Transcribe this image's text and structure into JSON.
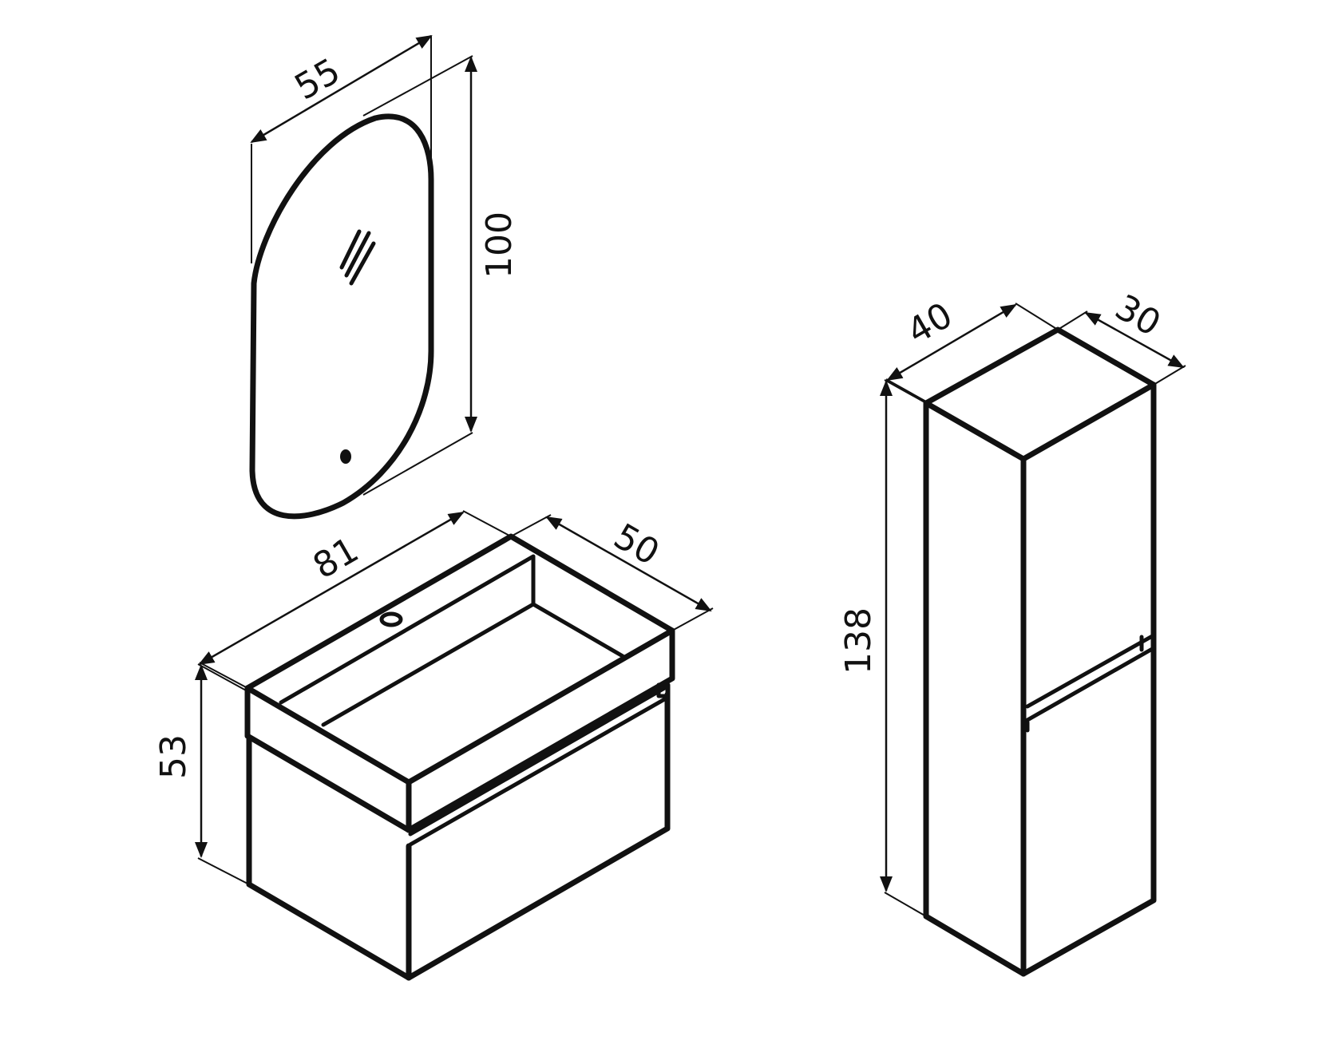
{
  "drawing": {
    "colors": {
      "line": "#111111",
      "background": "#ffffff"
    },
    "mirror": {
      "width_label": "55",
      "height_label": "100"
    },
    "vanity": {
      "width_label": "81",
      "depth_label": "50",
      "height_label": "53"
    },
    "tall_cabinet": {
      "width_label": "40",
      "depth_label": "30",
      "height_label": "138"
    }
  }
}
